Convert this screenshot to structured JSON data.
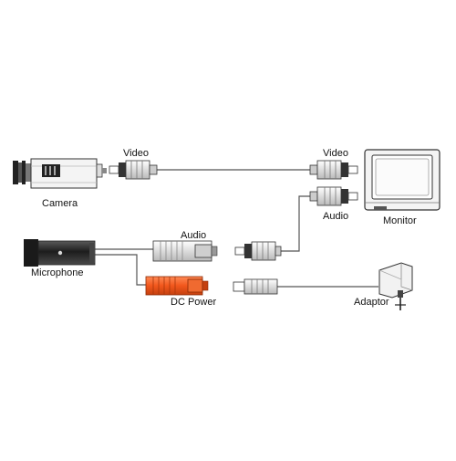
{
  "labels": {
    "camera": "Camera",
    "monitor": "Monitor",
    "microphone": "Microphone",
    "adaptor": "Adaptor",
    "video_left": "Video",
    "video_right": "Video",
    "audio_right": "Audio",
    "audio_mid": "Audio",
    "dc_power": "DC Power"
  },
  "colors": {
    "outline": "#222222",
    "cable": "#555555",
    "plug_gray": "#e6e6e6",
    "plug_dark": "#444444",
    "dc_orange": "#f2571c",
    "dc_orange_dark": "#c4400f",
    "microphone_body": "#2e2e2e"
  },
  "icons": [
    "camera-icon",
    "monitor-icon",
    "microphone-icon",
    "power-adaptor-icon",
    "rca-plug-icon",
    "dc-plug-icon"
  ]
}
